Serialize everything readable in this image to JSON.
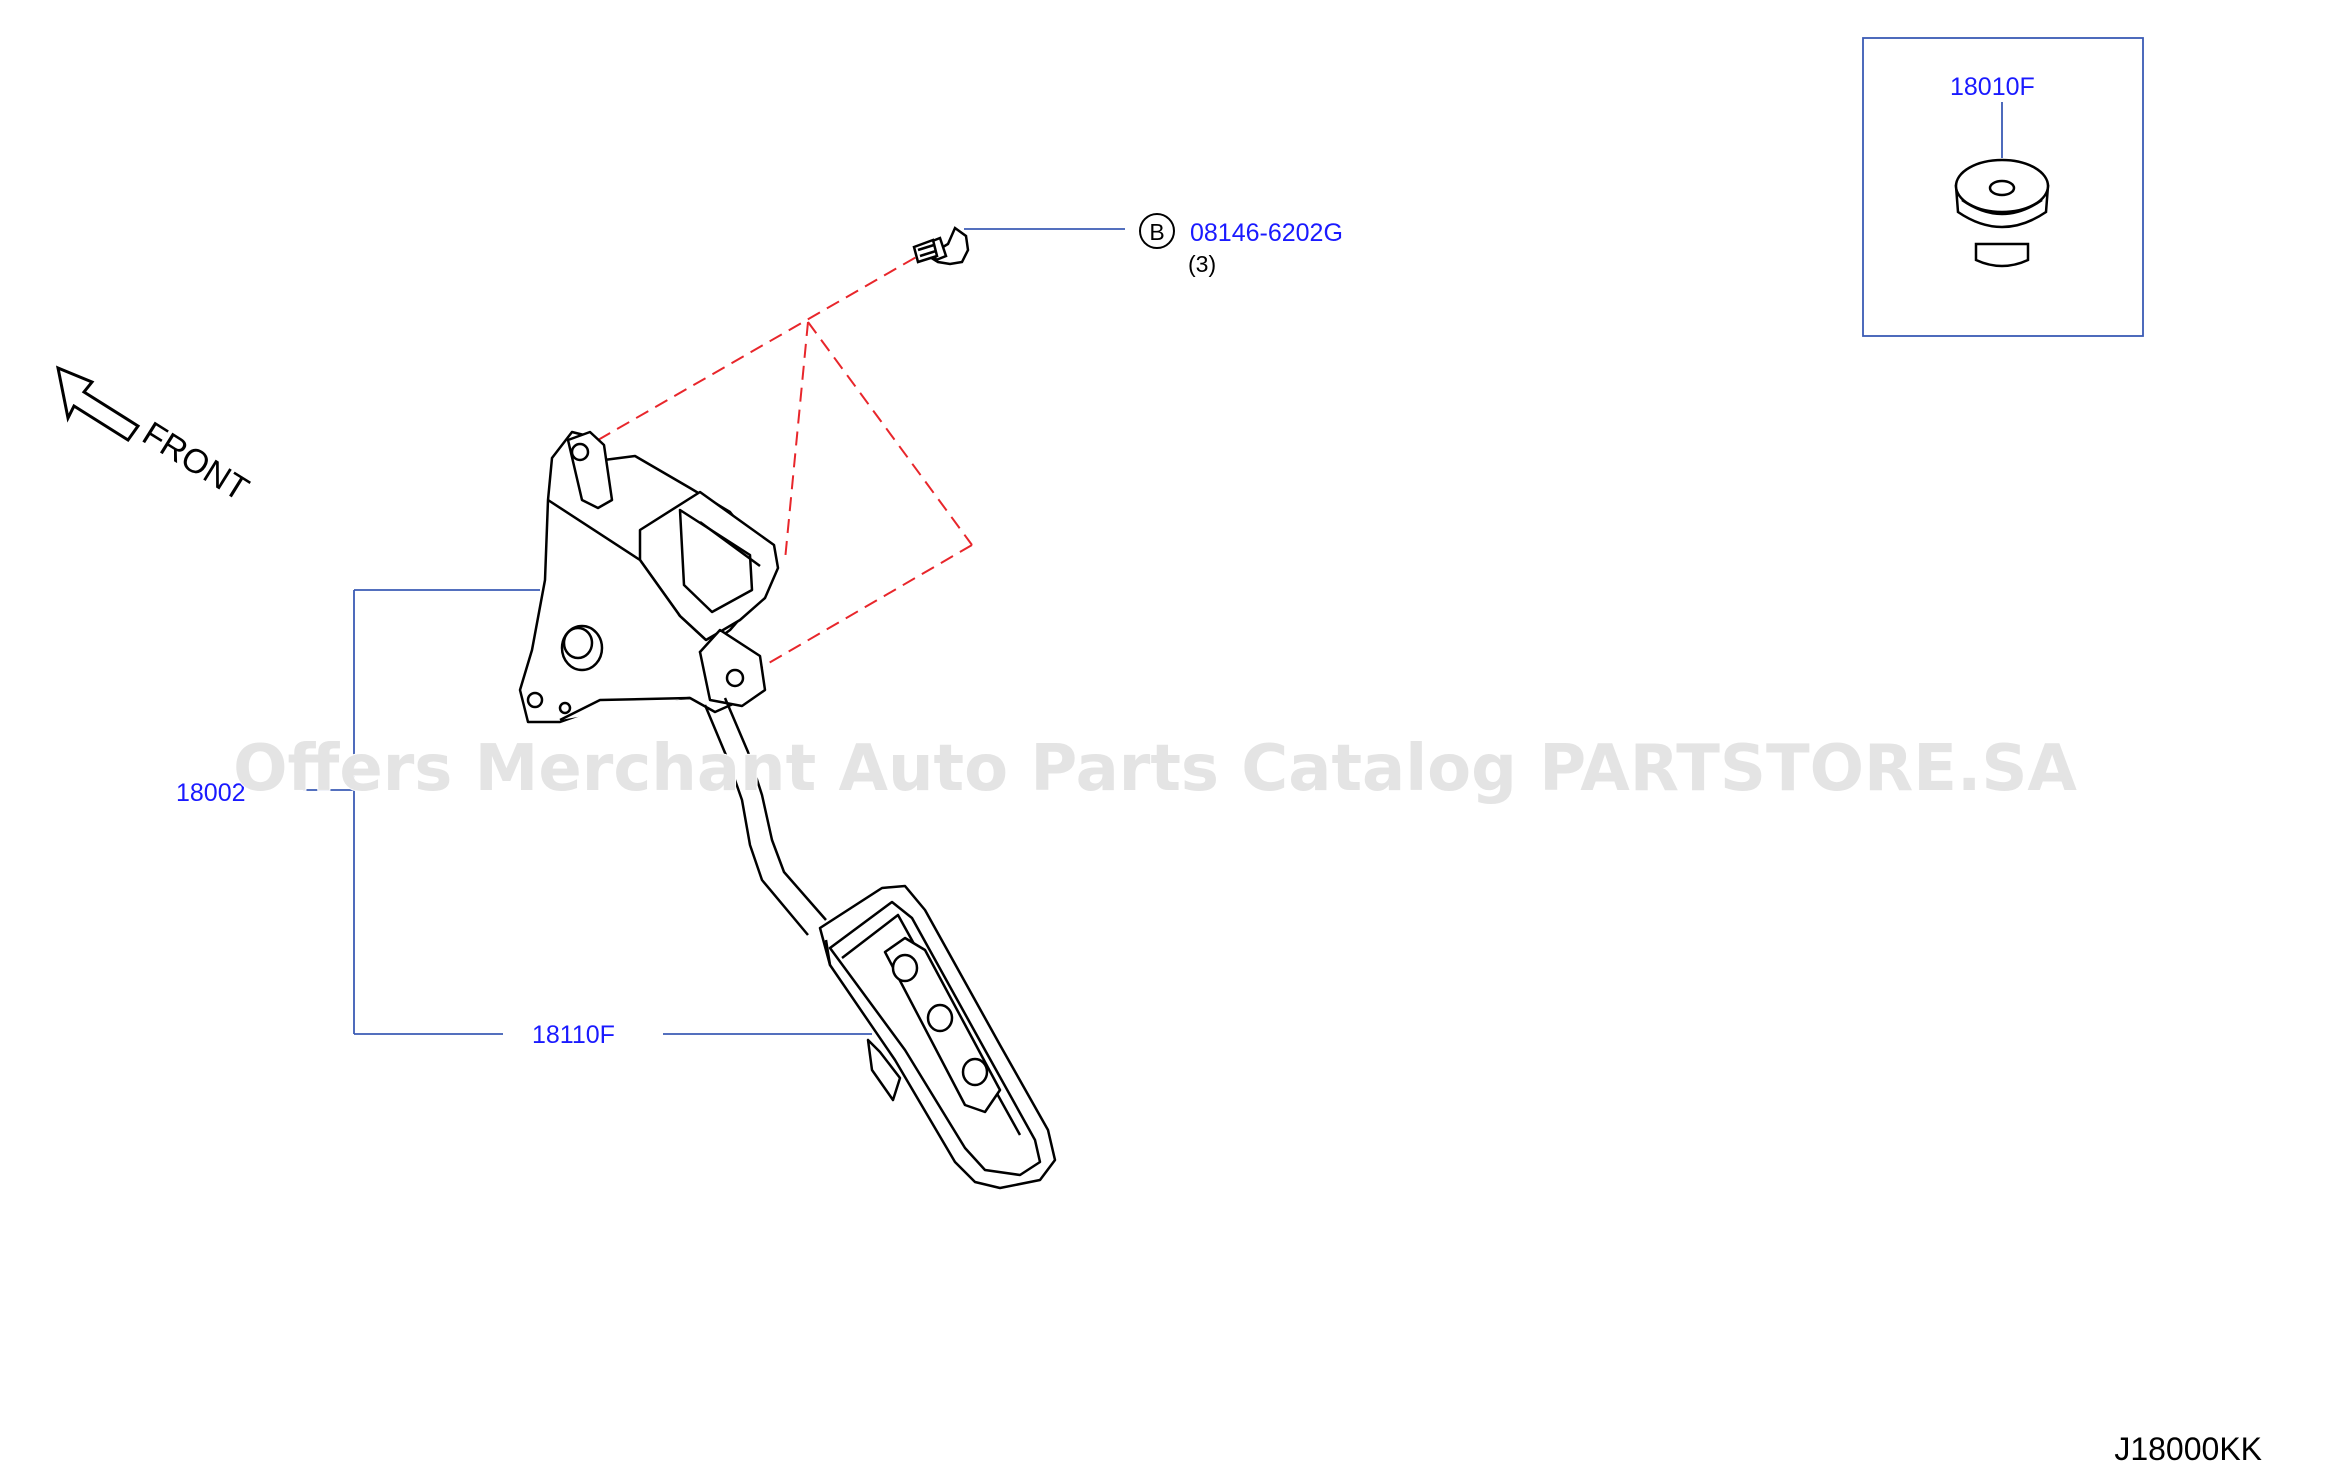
{
  "diagram_code": "J18000KK",
  "watermark": "Offers Merchant Auto Parts Catalog PARTSTORE.SA",
  "front_label": "FRONT",
  "colors": {
    "callout_text": "#1a1aff",
    "leader_line": "#3b5bb5",
    "dashed_line": "#e8262b",
    "outline": "#000000",
    "watermark": "#e4e4e4"
  },
  "parts": [
    {
      "id": "part-18002",
      "number": "18002"
    },
    {
      "id": "part-18110f",
      "number": "18110F"
    },
    {
      "id": "part-18010f",
      "number": "18010F"
    },
    {
      "id": "part-08146-6202g",
      "number": "08146-6202G",
      "symbol": "B",
      "quantity": "(3)"
    }
  ]
}
